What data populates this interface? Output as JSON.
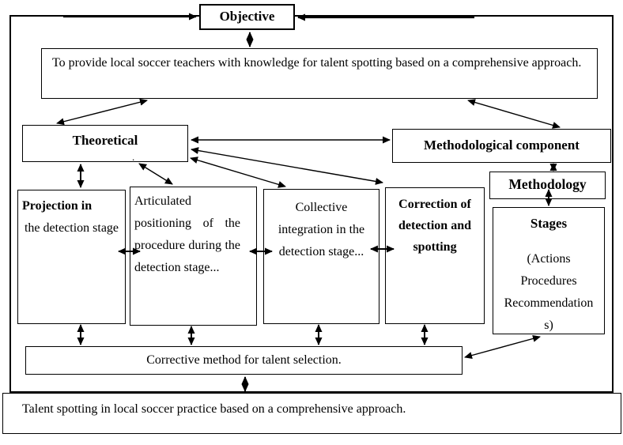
{
  "boxes": {
    "objective": {
      "label": "Objective"
    },
    "goal": {
      "text": "To provide local soccer teachers with knowledge for talent spotting based on a comprehensive approach."
    },
    "theoretical": {
      "label": "Theoretical",
      "footnote": "."
    },
    "methodological_component": {
      "label": "Methodological component"
    },
    "methodology": {
      "label": "Methodology"
    },
    "stages": {
      "title": "Stages",
      "body": "(Actions Procedures Recommendations)"
    },
    "projection": {
      "title": "Projection in",
      "body": "the detection stage"
    },
    "articulated": {
      "text": "Articulated positioning of the procedure during the detection stage..."
    },
    "collective": {
      "text": "Collective integration in the detection stage..."
    },
    "correction": {
      "text": "Correction of detection and spotting"
    },
    "corrective_method": {
      "text": "Corrective method for talent selection."
    },
    "outcome": {
      "text": "Talent spotting in local soccer practice based on a comprehensive approach."
    }
  },
  "colors": {
    "ink": "#000000",
    "paper": "#ffffff"
  }
}
